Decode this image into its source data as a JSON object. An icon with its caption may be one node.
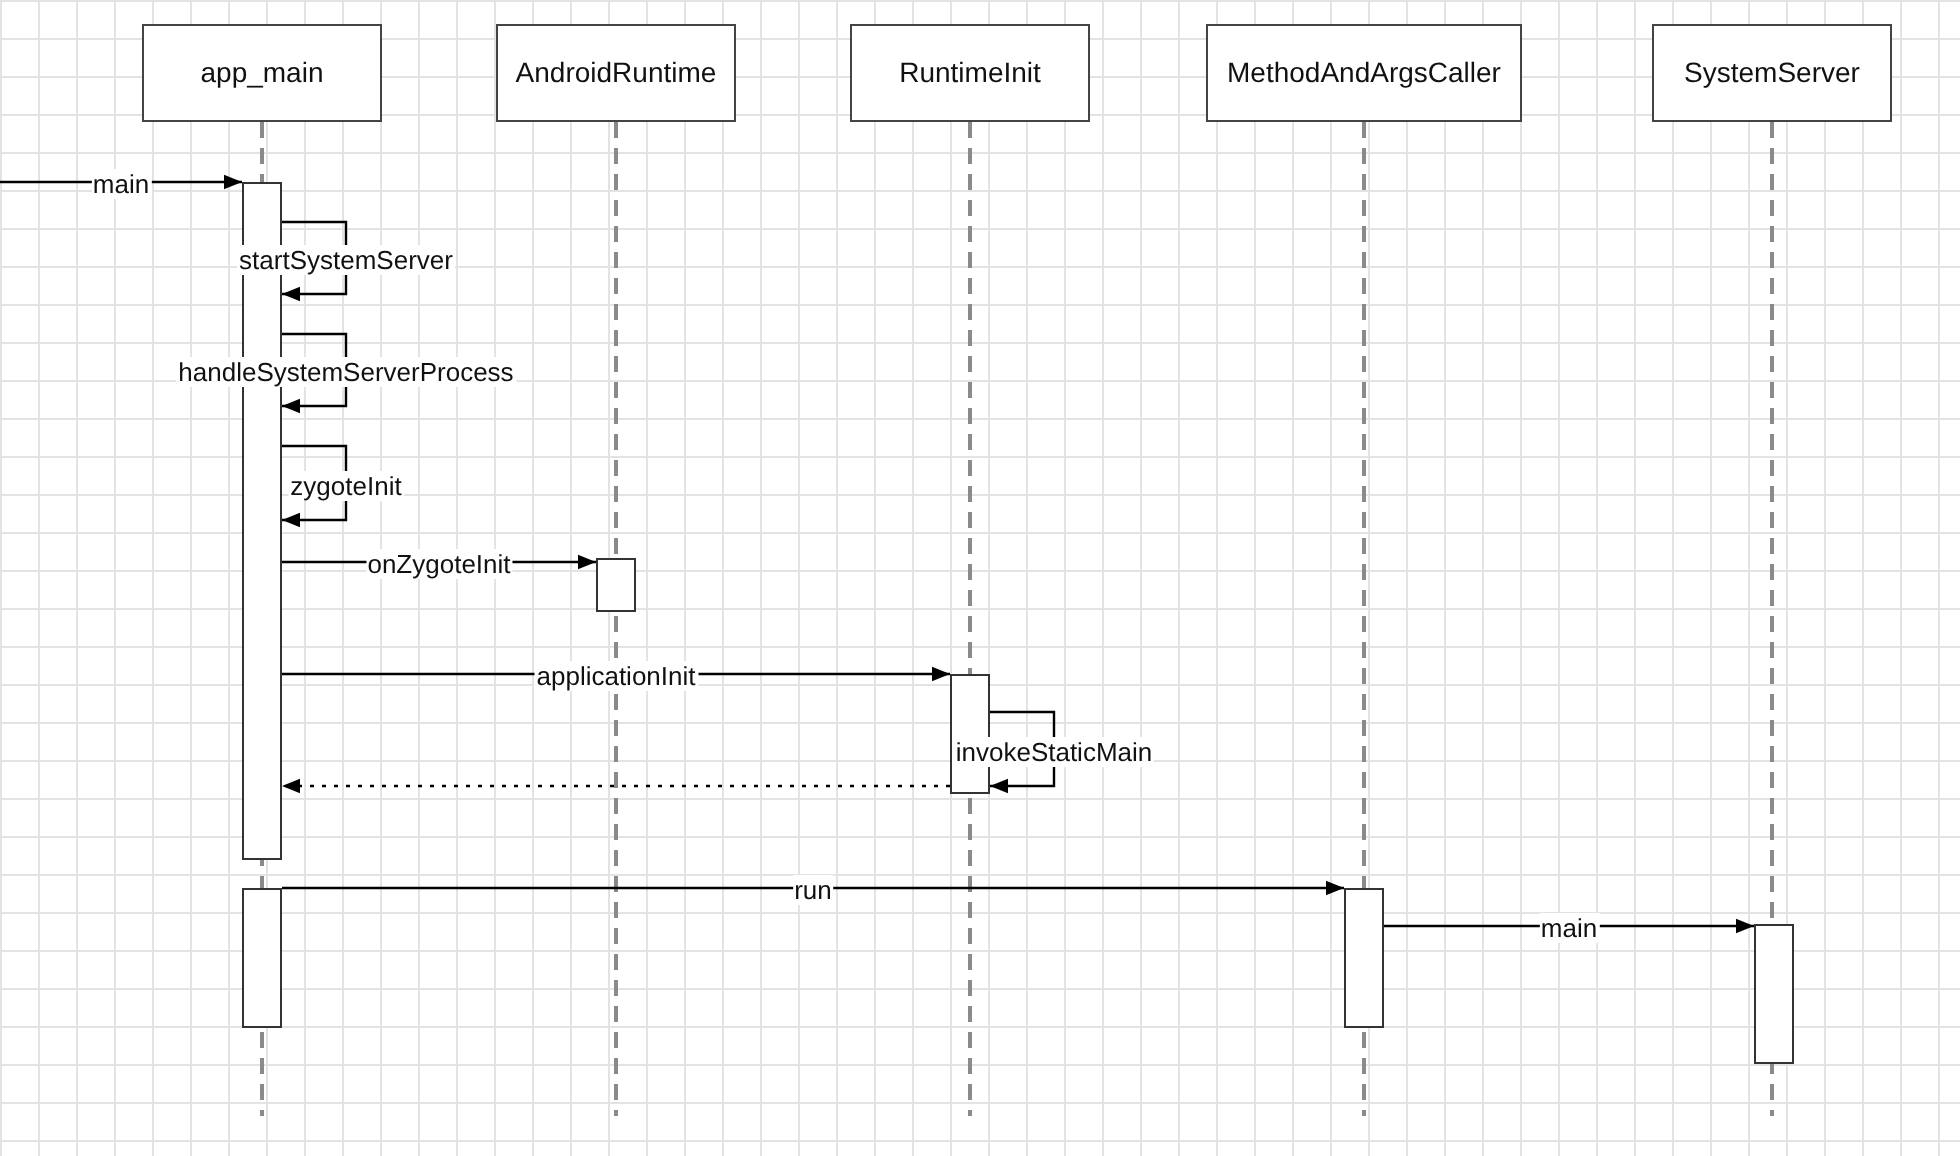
{
  "diagram": {
    "nodes": [
      {
        "text": [
          "app_main"
        ]
      },
      {
        "text": [
          "AndroidRuntime"
        ]
      },
      {
        "text": [
          "RuntimeInit"
        ]
      },
      {
        "text": [
          "MethodAndArgsCaller"
        ]
      },
      {
        "text": [
          "SystemServer"
        ]
      },
      {
        "text": [],
        "shape": "bar"
      },
      {
        "text": [],
        "shape": "bar"
      },
      {
        "text": [],
        "shape": "bar"
      },
      {
        "text": [],
        "shape": "bar"
      },
      {
        "text": [],
        "shape": "bar"
      },
      {
        "text": [],
        "shape": "bar"
      }
    ],
    "edges": [
      {
        "from": null,
        "to": 5,
        "arrow": "to",
        "label": "main"
      },
      {
        "from": 5,
        "to": 5,
        "arrow": "to",
        "label": "startSystemServer"
      },
      {
        "from": 5,
        "to": 5,
        "arrow": "to",
        "label": "handleSystemServerProcess"
      },
      {
        "from": 5,
        "to": 5,
        "arrow": "to",
        "label": "zygoteInit"
      },
      {
        "from": 5,
        "to": 6,
        "arrow": "to",
        "label": "onZygoteInit"
      },
      {
        "from": 5,
        "to": 7,
        "arrow": "to",
        "label": "applicationInit"
      },
      {
        "from": 7,
        "to": 7,
        "arrow": "to",
        "label": "invokeStaticMain"
      },
      {
        "from": 7,
        "to": 5,
        "arrow": "to",
        "style": "dashed"
      },
      {
        "from": 8,
        "to": 9,
        "arrow": "to",
        "label": "run"
      },
      {
        "from": 9,
        "to": 10,
        "arrow": "to",
        "label": "main"
      }
    ]
  }
}
